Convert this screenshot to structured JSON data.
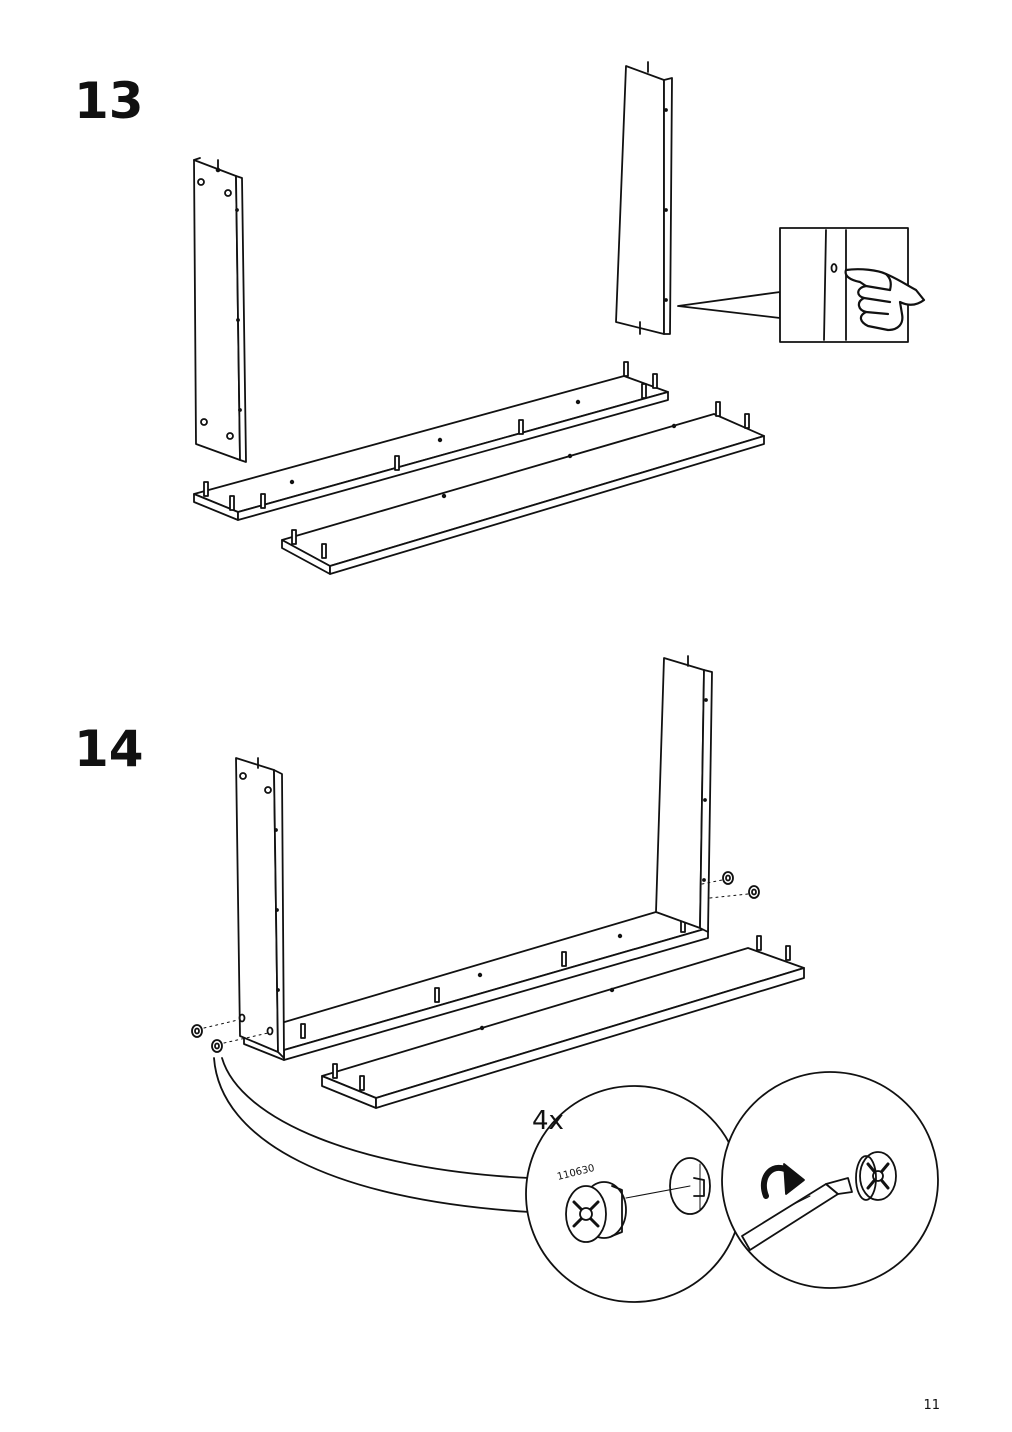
{
  "page": {
    "number": "11"
  },
  "steps": [
    {
      "number": "13",
      "detail_icons": [
        "hole-orientation-callout-icon",
        "pointing-hand-icon"
      ]
    },
    {
      "number": "14",
      "quantity": "4x",
      "part_number": "110630",
      "detail_icons": [
        "cam-lock-icon",
        "screwdriver-icon",
        "rotate-clockwise-arrow-icon"
      ]
    }
  ]
}
